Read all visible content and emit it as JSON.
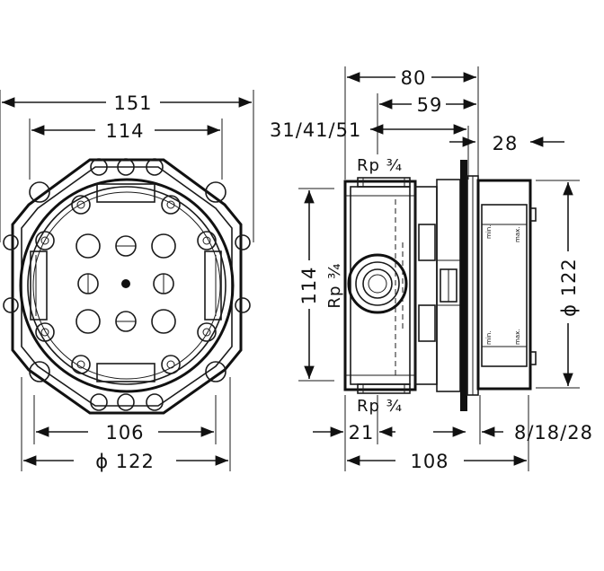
{
  "front_view": {
    "dim_overall_width": "151",
    "dim_top_inner": "114",
    "dim_bottom_inner": "106",
    "dim_diameter": "ϕ 122"
  },
  "side_view": {
    "dim_depth_80": "80",
    "dim_depth_59": "59",
    "dim_depth_set": "31/41/51",
    "dim_28": "28",
    "dim_height_114": "114",
    "dim_diameter_122": "ϕ 122",
    "dim_21": "21",
    "dim_108": "108",
    "dim_plaster_set": "8/18/28",
    "thread_top": "Rp ¾",
    "thread_side": "Rp ¾",
    "thread_bottom": "Rp ¾",
    "mark_min": "min.",
    "mark_max": "max."
  }
}
